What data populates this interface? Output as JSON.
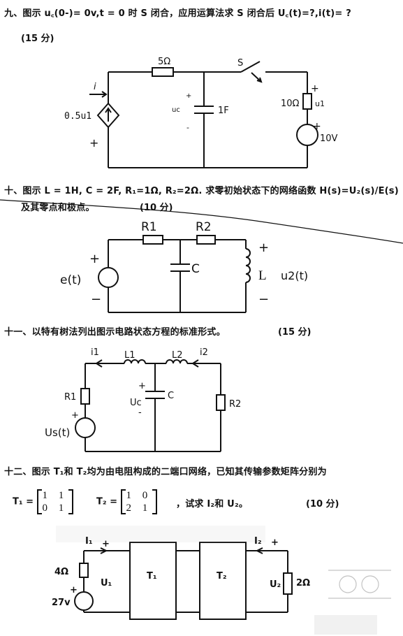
{
  "q9": {
    "text": "九、图示 u꜀(0-)= 0v,t = 0 时 S 闭合，应用运算法求 S 闭合后 U꜀(t)=?,i(t)= ?",
    "score": "(15 分)",
    "labels": {
      "r5": "5Ω",
      "switch": "S",
      "i": "i",
      "source": "0.5u1",
      "plus_left": "+",
      "uc": "uc",
      "cap": "1F",
      "plus_cap": "+",
      "minus_cap": "-",
      "r10": "10Ω",
      "u1": "u1",
      "plus_r": "+",
      "plus_v": "+",
      "v10": "10V"
    }
  },
  "q10": {
    "text": "十、图示 L = 1H, C = 2F, R₁=1Ω, R₂=2Ω. 求零初始状态下的网络函数 H(s)=U₂(s)/E(s)",
    "text2": "及其零点和极点。",
    "score": "(10 分)",
    "labels": {
      "r1": "R1",
      "r2": "R2",
      "plus_e": "+",
      "e": "e(t)",
      "minus_e": "−",
      "c": "C",
      "l": "L",
      "plus_u": "+",
      "u2": "u2(t)",
      "minus_u": "−"
    }
  },
  "q11": {
    "text": "十一、以特有树法列出图示电路状态方程的标准形式。",
    "score": "(15 分)",
    "labels": {
      "i1": "i1",
      "l1": "L1",
      "l2": "L2",
      "i2": "i2",
      "r1": "R1",
      "plus_c": "+",
      "uc": "Uc",
      "minus_c": "-",
      "c": "C",
      "r2": "R2",
      "plus_s": "+",
      "us": "Us(t)"
    }
  },
  "q12": {
    "text": "十二、图示 T₁和 T₂均为由电阻构成的二端口网络，已知其传输参数矩阵分别为",
    "t1": "T₁ =",
    "t1_rows": [
      "1  1",
      "0  1"
    ],
    "t2": "T₂ =",
    "t2_rows": [
      "1  0",
      "2  1"
    ],
    "ask": "，试求 I₂和 U₂。",
    "score": "(10 分)",
    "labels": {
      "i1": "I₁",
      "plus1": "+",
      "i2": "I₂",
      "plus2": "+",
      "r4": "4Ω",
      "u1": "U₁",
      "t1box": "T₁",
      "t2box": "T₂",
      "u2": "U₂",
      "r2": "2Ω",
      "plus3": "+",
      "v27": "27v"
    }
  }
}
